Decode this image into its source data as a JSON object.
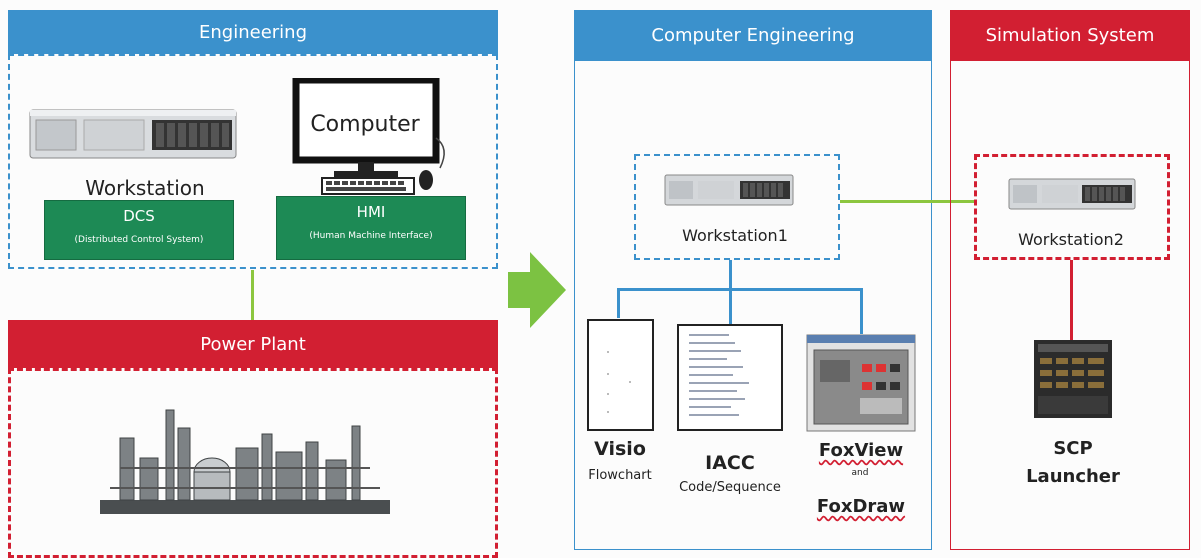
{
  "engineering": {
    "header": "Engineering",
    "workstation_label": "Workstation",
    "computer_label": "Computer",
    "dcs": {
      "title": "DCS",
      "subtitle": "(Distributed Control System)"
    },
    "hmi": {
      "title": "HMI",
      "subtitle": "(Human Machine Interface)"
    }
  },
  "power_plant": {
    "header": "Power Plant"
  },
  "computer_engineering": {
    "header": "Computer Engineering",
    "workstation_label": "Workstation1",
    "tools": [
      {
        "name": "Visio",
        "sub": "Flowchart"
      },
      {
        "name": "IACC",
        "sub": "Code/Sequence"
      },
      {
        "name": "FoxView",
        "and": "and",
        "name2": "FoxDraw"
      }
    ]
  },
  "simulation_system": {
    "header": "Simulation System",
    "workstation_label": "Workstation2",
    "launcher_line1": "SCP",
    "launcher_line2": "Launcher"
  },
  "colors": {
    "blue": "#3b91cc",
    "red": "#d21f32",
    "green": "#1d8a55",
    "connector_green": "#8cc63f",
    "arrow_green": "#7cc242"
  }
}
